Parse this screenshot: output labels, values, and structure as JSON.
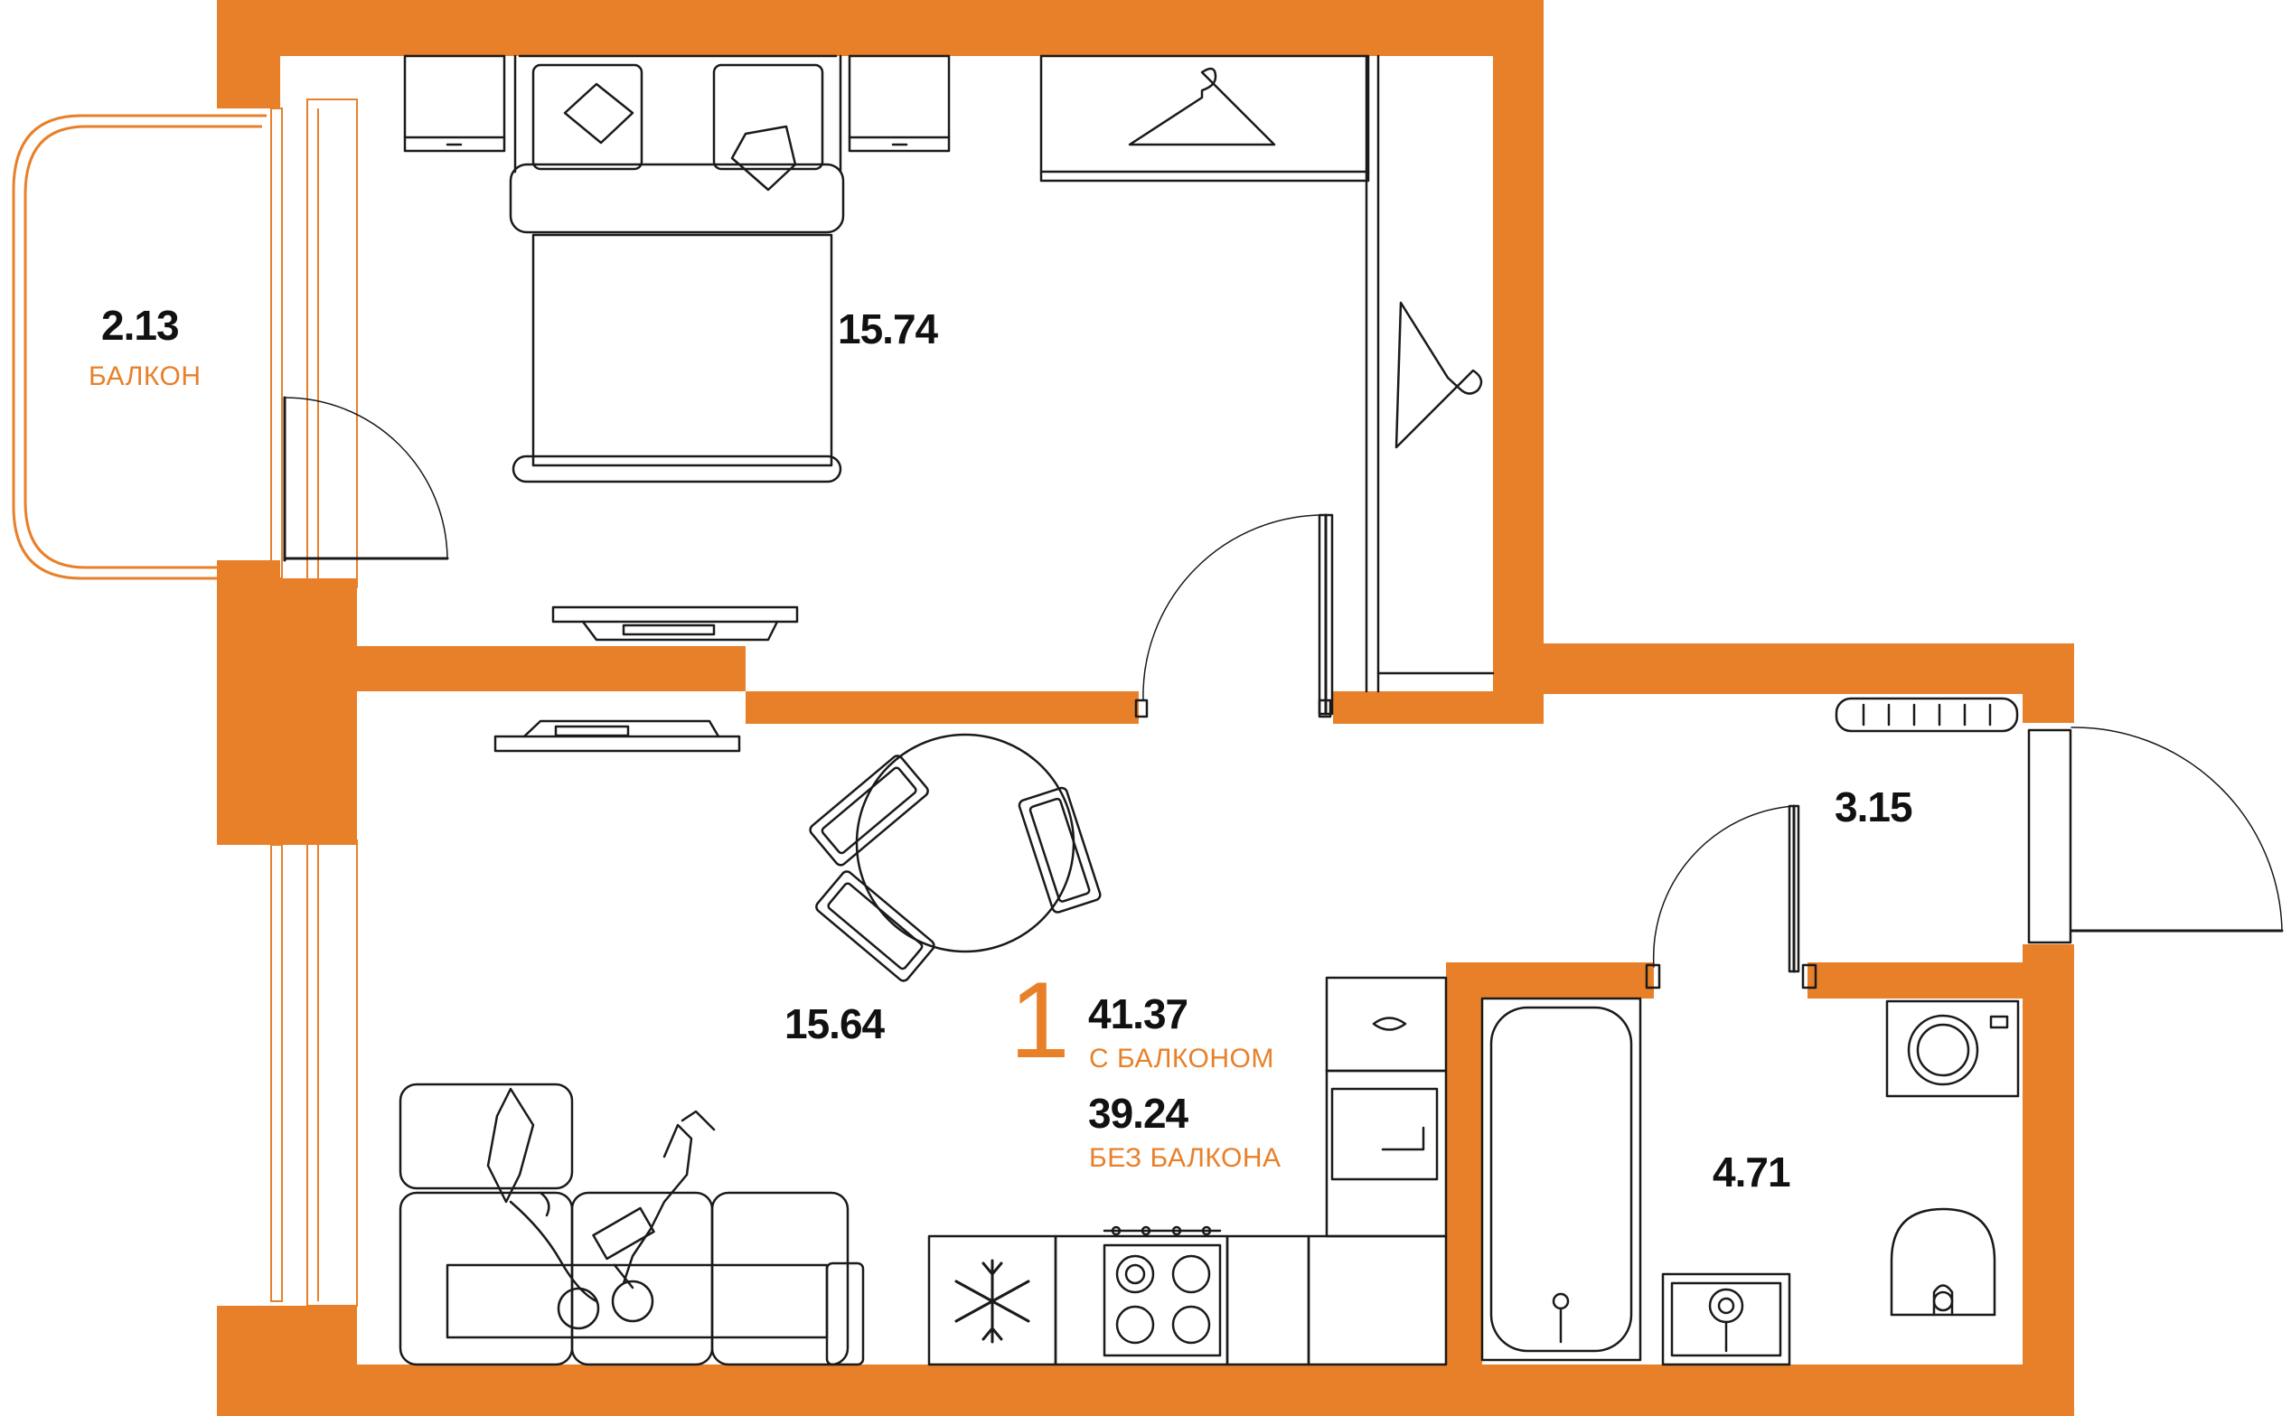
{
  "colors": {
    "wall": "#E8802A",
    "line": "#1a1a1a",
    "bg": "#ffffff"
  },
  "rooms": {
    "balcony": {
      "area": "2.13",
      "name": "БАЛКОН"
    },
    "bedroom": {
      "area": "15.74"
    },
    "living": {
      "area": "15.64"
    },
    "hall": {
      "area": "3.15"
    },
    "bath": {
      "area": "4.71"
    }
  },
  "apartment": {
    "rooms_count": "1",
    "total_with_balcony": "41.37",
    "with_balcony_label": "С БАЛКОНОМ",
    "total_without_balcony": "39.24",
    "without_balcony_label": "БЕЗ БАЛКОНА"
  },
  "icons": [
    "hanger-icon",
    "snowflake-icon",
    "stove-icon",
    "washing-machine-icon",
    "toilet-icon",
    "sink-icon",
    "bathtub-icon",
    "radiator-icon"
  ]
}
